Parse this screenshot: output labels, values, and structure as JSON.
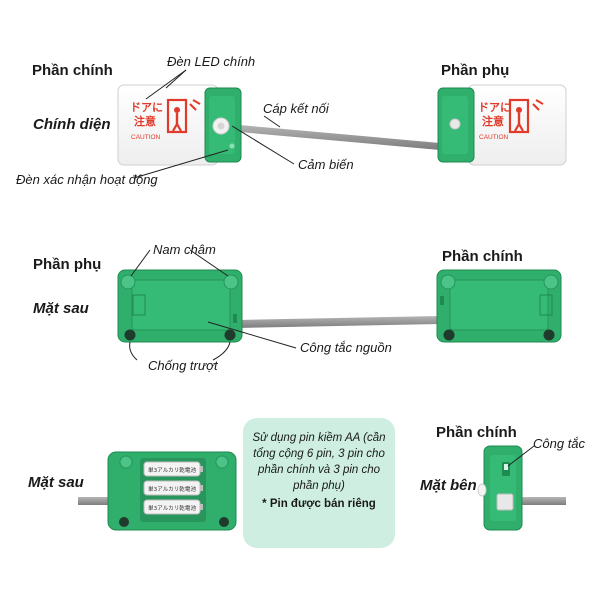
{
  "row1": {
    "main_unit": "Phần chính",
    "sub_unit": "Phần phụ",
    "view": "Chính diện",
    "main_led": "Đèn LED chính",
    "cable": "Cáp kết nối",
    "sensor": "Cảm biến",
    "status_light": "Đèn xác nhận hoạt động",
    "sign_text_line1": "ドアに",
    "sign_text_line2": "注意",
    "sign_caution": "CAUTION"
  },
  "row2": {
    "sub_unit": "Phần phụ",
    "main_unit": "Phần chính",
    "view": "Mặt sau",
    "magnet": "Nam châm",
    "power_switch": "Công tắc nguồn",
    "anti_slip": "Chống trượt"
  },
  "row3": {
    "view_back": "Mặt sau",
    "battery_label": "単3アルカリ乾電池",
    "battery_note": "Sử dụng pin kiềm AA (cần tổng cộng 6 pin, 3 pin cho phần chính và 3 pin cho phần phụ)",
    "battery_sold": "* Pin được bán riêng",
    "main_unit": "Phần chính",
    "switch": "Công tắc",
    "view_side": "Mặt bên"
  },
  "colors": {
    "green": "#2fae6c",
    "green_dark": "#1f8a52",
    "sign_red": "#e23a2a",
    "cable_gray": "#9a9a9a",
    "callout_bg": "#cdeee0"
  }
}
